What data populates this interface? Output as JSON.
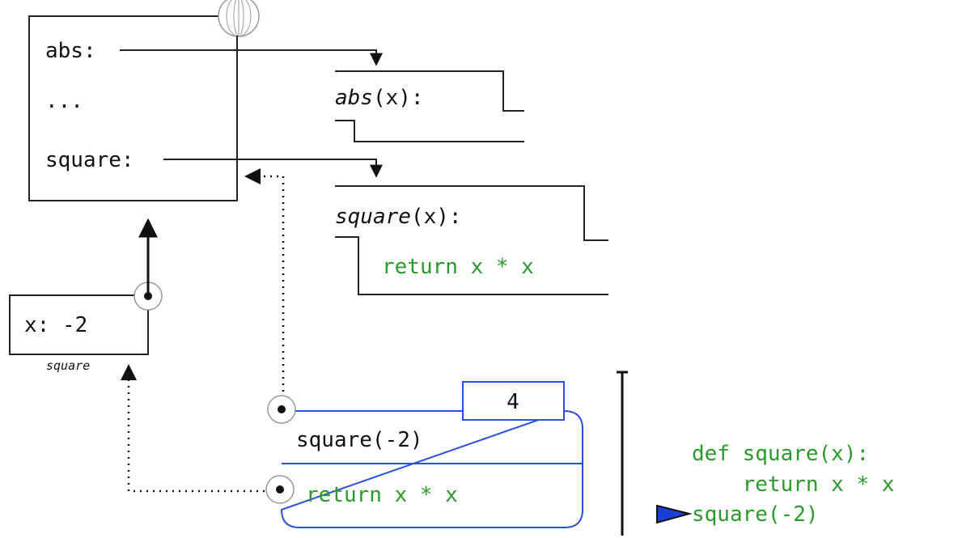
{
  "global_frame": {
    "bindings": [
      {
        "name": "abs:"
      },
      {
        "name": "..."
      },
      {
        "name": "square:"
      }
    ]
  },
  "functions": {
    "abs": {
      "name": "abs",
      "params": "(x):"
    },
    "square": {
      "name": "square",
      "params": "(x):",
      "body": "return x * x"
    }
  },
  "local_frame": {
    "binding": "x: -2",
    "label": "square"
  },
  "call_expression": {
    "header": "square(-2)",
    "body": "return x * x",
    "result": "4"
  },
  "source_code": {
    "lines": [
      "def square(x):",
      "    return x * x",
      "square(-2)"
    ]
  },
  "colors": {
    "frame": "#222222",
    "call_box": "#2a4fe6",
    "code": "#2a9a2a",
    "pointer": "#1a3fd8"
  },
  "icons": {
    "frame-lock": "globe-icon",
    "current-line": "play-triangle-icon"
  }
}
